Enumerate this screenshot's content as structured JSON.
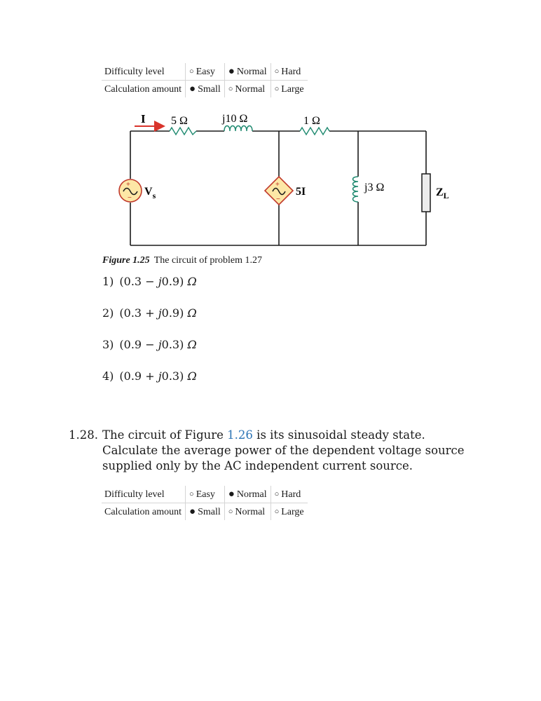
{
  "rating_tables": [
    {
      "difficulty_label": "Difficulty level",
      "difficulty_options": [
        {
          "label": "Easy",
          "selected": false
        },
        {
          "label": "Normal",
          "selected": true
        },
        {
          "label": "Hard",
          "selected": false
        }
      ],
      "calculation_label": "Calculation amount",
      "calculation_options": [
        {
          "label": "Small",
          "selected": true
        },
        {
          "label": "Normal",
          "selected": false
        },
        {
          "label": "Large",
          "selected": false
        }
      ]
    },
    {
      "difficulty_label": "Difficulty level",
      "difficulty_options": [
        {
          "label": "Easy",
          "selected": false
        },
        {
          "label": "Normal",
          "selected": true
        },
        {
          "label": "Hard",
          "selected": false
        }
      ],
      "calculation_label": "Calculation amount",
      "calculation_options": [
        {
          "label": "Small",
          "selected": true
        },
        {
          "label": "Normal",
          "selected": false
        },
        {
          "label": "Large",
          "selected": false
        }
      ]
    }
  ],
  "circuit": {
    "current_label": "I",
    "r1_label": "5 Ω",
    "inductor1_label": "j10 Ω",
    "r2_label": "1 Ω",
    "source_label_main": "V",
    "source_label_sub": "s",
    "dependent_source_label": "5I",
    "inductor2_label": "j3 Ω",
    "load_label_main": "Z",
    "load_label_sub": "L",
    "colors": {
      "wire": "#1a1a1a",
      "source_fill": "#fde7a6",
      "source_stroke": "#c0392b",
      "inductor": "#1f8a70",
      "arrow": "#d9342b"
    }
  },
  "figure_caption": {
    "label": "Figure 1.25",
    "text": "The circuit of problem 1.27"
  },
  "options": [
    {
      "number": "1)",
      "value": "(0.3 − j0.9) Ω"
    },
    {
      "number": "2)",
      "value": "(0.3 + j0.9) Ω"
    },
    {
      "number": "3)",
      "value": "(0.9 − j0.3) Ω"
    },
    {
      "number": "4)",
      "value": "(0.9 + j0.3) Ω"
    }
  ],
  "problem": {
    "number": "1.28.",
    "text_before": "The circuit of Figure ",
    "figure_ref": "1.26",
    "text_after": " is its sinusoidal steady state. Calculate the average power of the dependent voltage source supplied only by the AC independent current source."
  }
}
